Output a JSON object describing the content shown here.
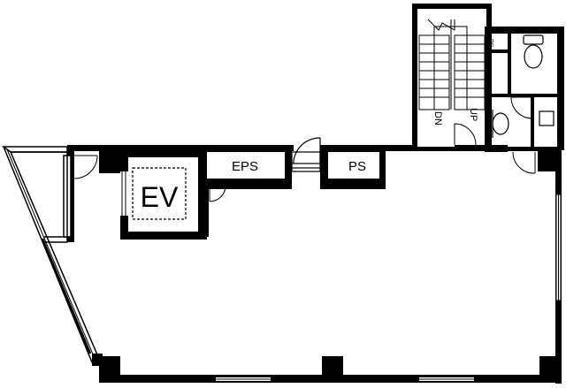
{
  "floor_plan": {
    "rooms": {
      "elevator": "EV",
      "eps": "EPS",
      "ps_main": "PS",
      "ps_small": "PS"
    },
    "stairs": {
      "up_label": "UP",
      "down_label": "DN"
    },
    "colors": {
      "wall": "#000000",
      "line": "#000000",
      "background": "#ffffff"
    }
  }
}
